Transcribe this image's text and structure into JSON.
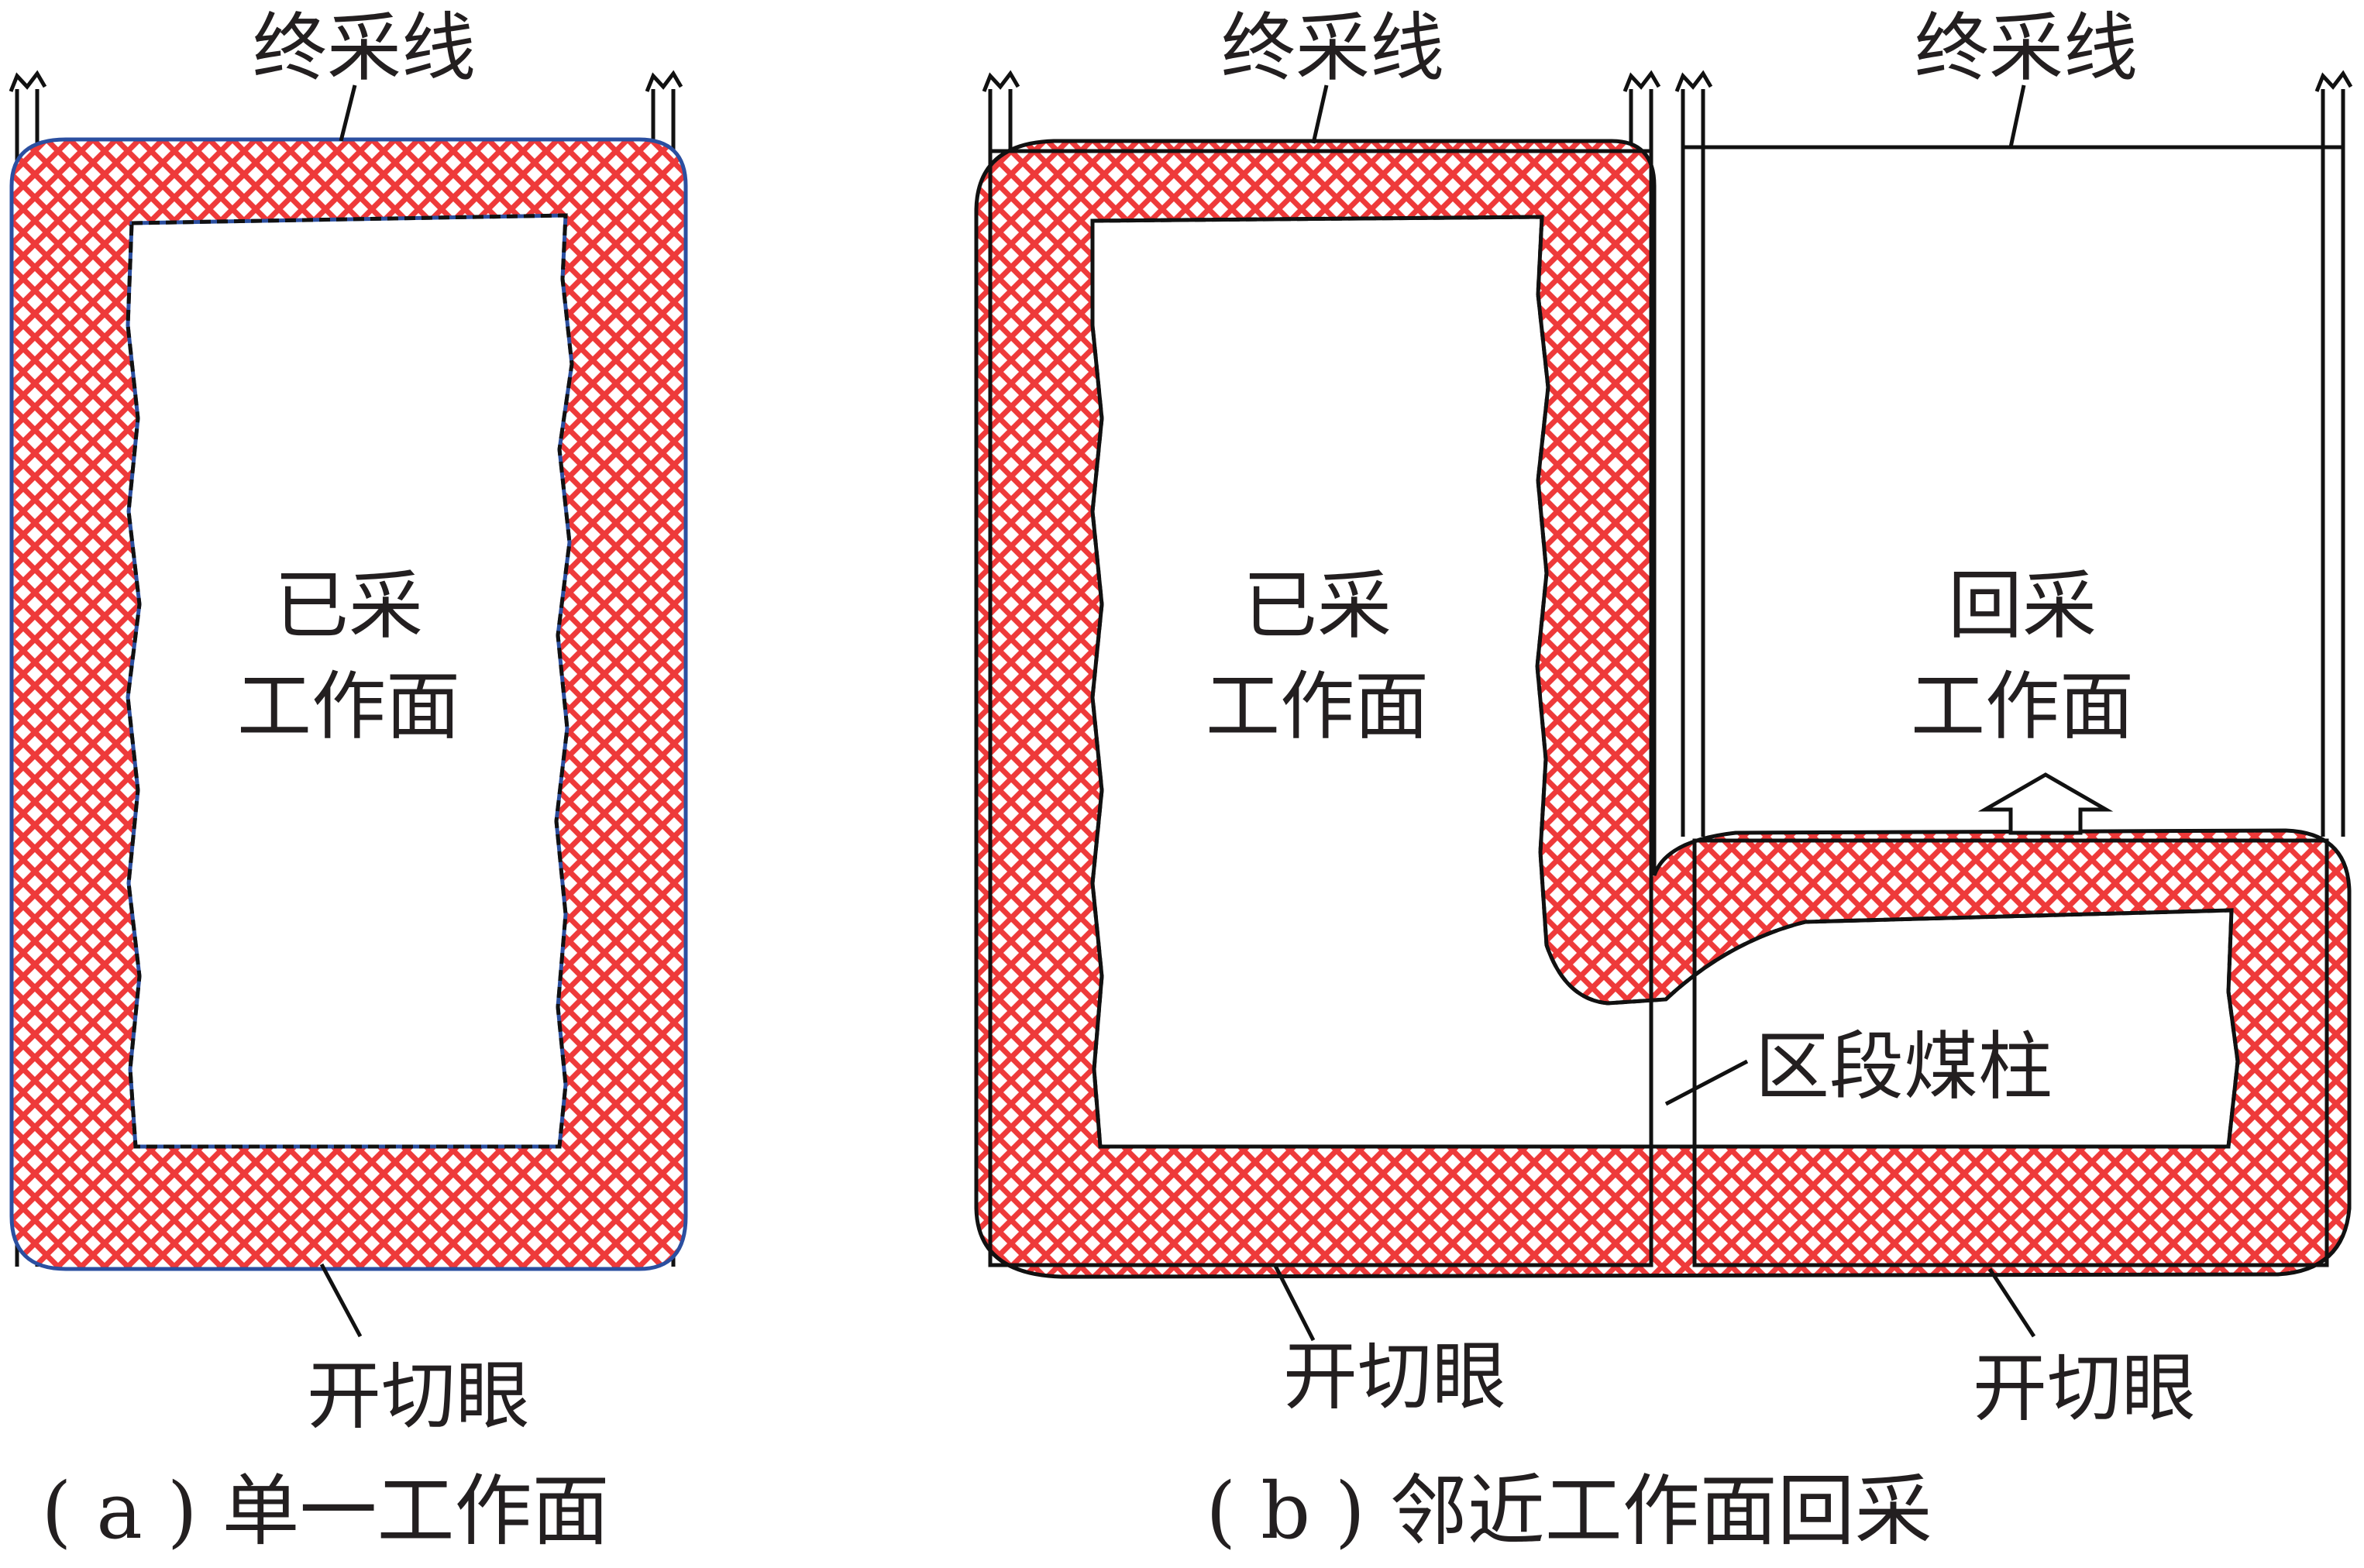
{
  "colors": {
    "zone_fill": "#ee3a3a",
    "zone_edge": "#2b4fa0",
    "line": "#111111",
    "text": "#231f20",
    "background": "#ffffff"
  },
  "panel_a": {
    "stop_line_label": "终采线",
    "mined_label_line1": "已采",
    "mined_label_line2": "工作面",
    "cut_label": "开切眼",
    "caption": "( a ) 单一工作面"
  },
  "panel_b": {
    "stop_line_label_left": "终采线",
    "stop_line_label_right": "终采线",
    "mined_label_line1": "已采",
    "mined_label_line2": "工作面",
    "active_label_line1": "回采",
    "active_label_line2": "工作面",
    "pillar_label": "区段煤柱",
    "cut_label_left": "开切眼",
    "cut_label_right": "开切眼",
    "advance_arrow_icon": "up-arrow-icon",
    "caption": "( b ) 邻近工作面回采"
  }
}
